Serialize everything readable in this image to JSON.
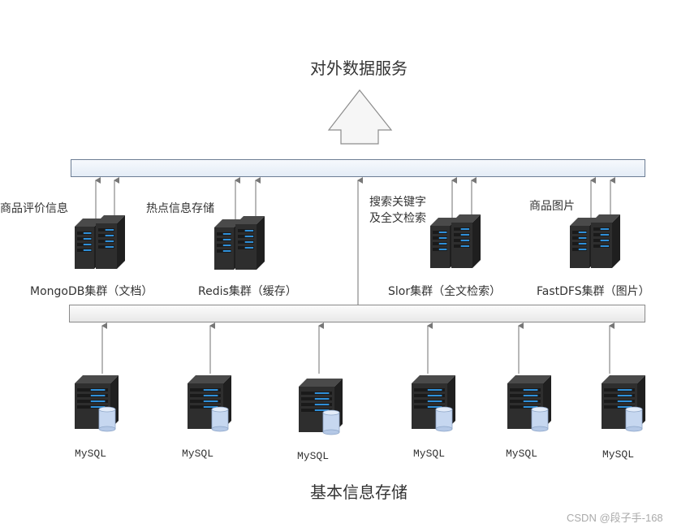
{
  "diagram": {
    "top_title": "对外数据服务",
    "bottom_title": "基本信息存储",
    "watermark": "CSDN @段子手-168",
    "colors": {
      "server_body": "#2e2e2e",
      "server_light": "#2f8fd8",
      "db_cylinder": "#c6d7f0",
      "arrow": "#777777",
      "top_bar_border": "#6c7d94"
    },
    "clusters": [
      {
        "name": "MongoDB集群（文档）",
        "data_label": "商品评价信息"
      },
      {
        "name": "Redis集群（缓存）",
        "data_label": "热点信息存储"
      },
      {
        "name": "Slor集群（全文检索）",
        "data_label_lines": [
          "搜索关键字",
          "及全文检索"
        ]
      },
      {
        "name": "FastDFS集群（图片）",
        "data_label": "商品图片"
      }
    ],
    "databases": [
      {
        "label": "MySQL"
      },
      {
        "label": "MySQL"
      },
      {
        "label": "MySQL"
      },
      {
        "label": "MySQL"
      },
      {
        "label": "MySQL"
      },
      {
        "label": "MySQL"
      }
    ]
  }
}
